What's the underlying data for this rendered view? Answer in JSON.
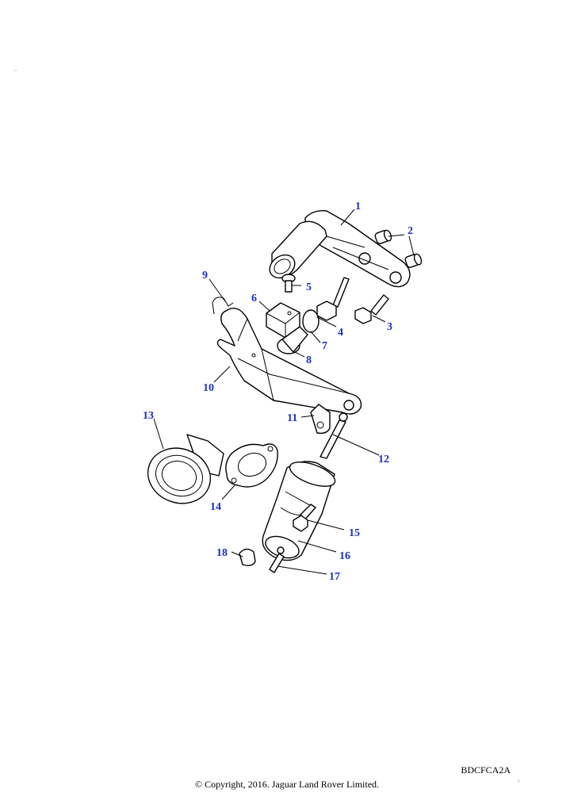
{
  "diagram": {
    "reference_code": "BDCFCA2A",
    "copyright": "© Copyright, 2016. Jaguar Land Rover Limited.",
    "callouts": [
      "1",
      "2",
      "3",
      "4",
      "5",
      "6",
      "7",
      "8",
      "9",
      "10",
      "11",
      "12",
      "13",
      "14",
      "15",
      "16",
      "17",
      "18"
    ],
    "callout_color": "#1a2fc8"
  }
}
